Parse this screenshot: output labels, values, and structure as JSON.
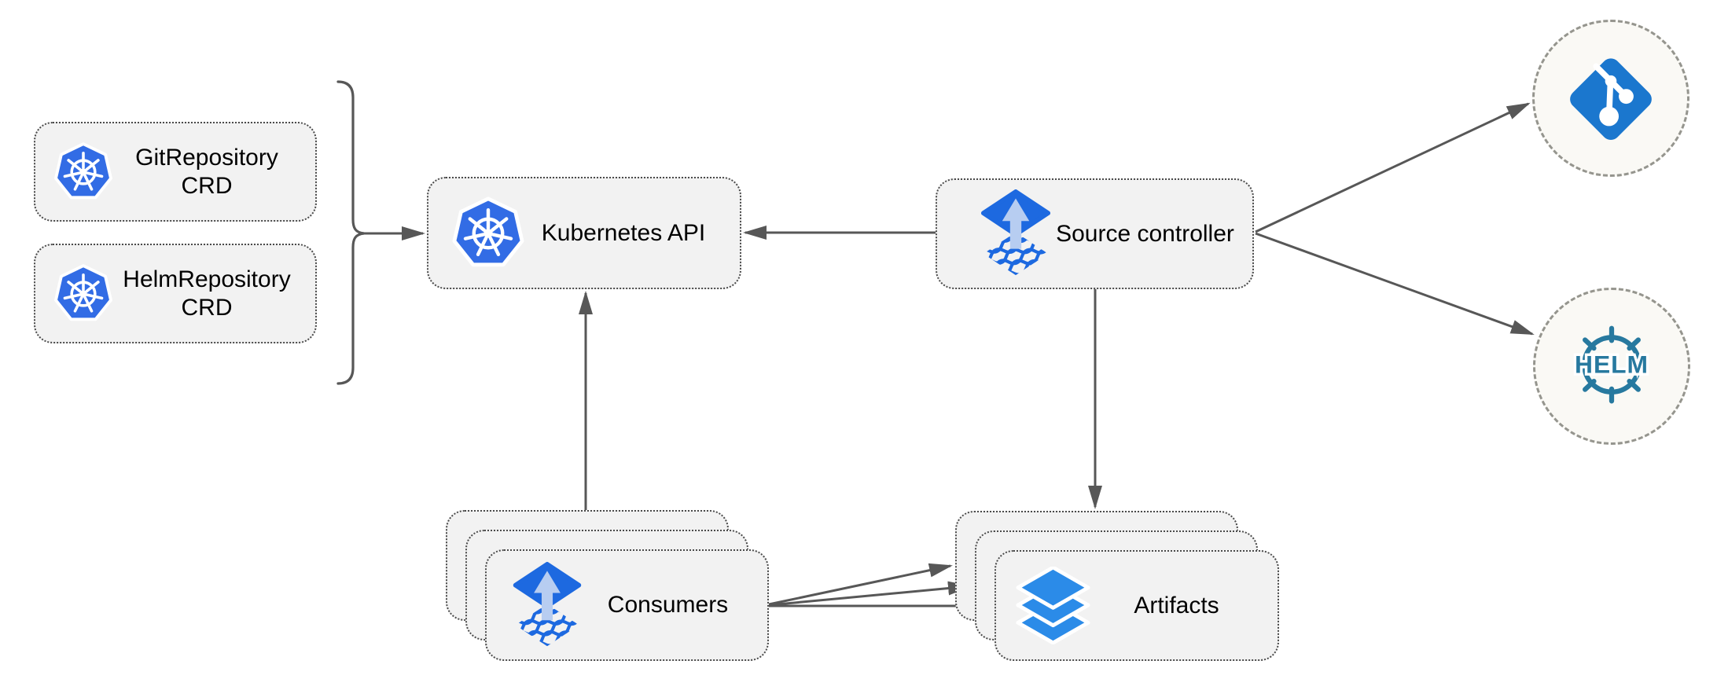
{
  "diagram": {
    "type": "architecture-flow-diagram",
    "nodes": {
      "git_repository_crd": {
        "label": "GitRepository CRD",
        "icon": "kubernetes-icon",
        "shape": "rounded-box"
      },
      "helm_repository_crd": {
        "label": "HelmRepository CRD",
        "icon": "kubernetes-icon",
        "shape": "rounded-box"
      },
      "kubernetes_api": {
        "label": "Kubernetes API",
        "icon": "kubernetes-icon",
        "shape": "rounded-box"
      },
      "source_controller": {
        "label": "Source controller",
        "icon": "flux-source-icon",
        "shape": "rounded-box"
      },
      "consumers": {
        "label": "Consumers",
        "icon": "flux-source-icon",
        "shape": "rounded-box-stack",
        "stack_count": 3
      },
      "artifacts": {
        "label": "Artifacts",
        "icon": "layers-icon",
        "shape": "rounded-box-stack",
        "stack_count": 3
      },
      "git_remote": {
        "label": "",
        "icon": "git-icon",
        "shape": "dashed-circle"
      },
      "helm_remote": {
        "label": "HELM",
        "icon": "helm-icon",
        "shape": "dashed-circle"
      }
    },
    "edges": [
      {
        "from": "git_repository_crd+helm_repository_crd",
        "to": "kubernetes_api",
        "via": "curly-brace",
        "arrow": "end"
      },
      {
        "from": "source_controller",
        "to": "kubernetes_api",
        "arrow": "end"
      },
      {
        "from": "consumers",
        "to": "kubernetes_api",
        "arrow": "end"
      },
      {
        "from": "source_controller",
        "to": "artifacts",
        "arrow": "end"
      },
      {
        "from": "source_controller",
        "to": "git_remote",
        "arrow": "end"
      },
      {
        "from": "source_controller",
        "to": "helm_remote",
        "arrow": "end"
      },
      {
        "from": "consumers",
        "to": "artifacts",
        "arrow": "end"
      },
      {
        "from": "consumers",
        "to": "artifacts",
        "arrow": "end"
      },
      {
        "from": "consumers",
        "to": "artifacts",
        "arrow": "end"
      }
    ]
  },
  "colors": {
    "background": "#ffffff",
    "box_fill": "#f2f2f2",
    "box_border": "#4a4a4a",
    "circle_fill": "#faf9f5",
    "circle_border": "#95958e",
    "arrow": "#575757",
    "text": "#000000",
    "kubernetes_blue": "#326ce5",
    "flux_blue": "#1d69e0",
    "flux_arrow_light": "#b7cdf1",
    "git_blue": "#1b77ce",
    "helm_teal": "#27799f",
    "layers_blue": "#2b8be8"
  }
}
